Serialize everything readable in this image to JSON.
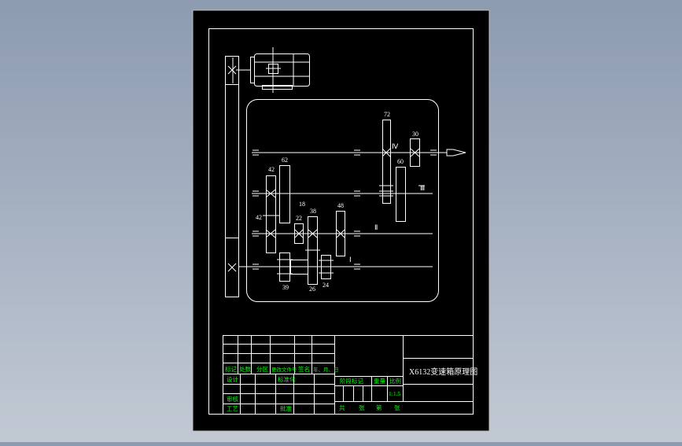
{
  "colors": {
    "sheet_bg": "#000000",
    "line": "#ffffff",
    "text_green": "#00ff00",
    "text_white": "#ffffff",
    "sheet_border": "#bfbfbf"
  },
  "gear_labels": {
    "g72": "72",
    "g30": "30",
    "g60": "60",
    "g62": "62",
    "g42a": "42",
    "g42b": "42",
    "g18": "18",
    "g22": "22",
    "g38": "38",
    "g48": "48",
    "g39": "39",
    "g26": "26",
    "g24": "24"
  },
  "shaft_labels": {
    "iv": "Ⅳ",
    "iii": "Ⅲ",
    "ii": "Ⅱ",
    "i": "Ⅰ"
  },
  "title_block": {
    "drawing_title": "X6132变速箱原理图",
    "row_headers": [
      "标记",
      "处数",
      "分区",
      "更改文件号",
      "签名",
      "年、月、日"
    ],
    "design": "设计",
    "standardization": "标准化",
    "review": "审核",
    "process": "工艺",
    "approval": "批准",
    "stage_mark": "阶段标记",
    "weight": "重量",
    "scale_label": "比例",
    "scale_value": "1:1.5",
    "sheets_total": "共",
    "sheet_unit_a": "张",
    "sheet_no": "第",
    "sheet_unit_b": "张"
  }
}
